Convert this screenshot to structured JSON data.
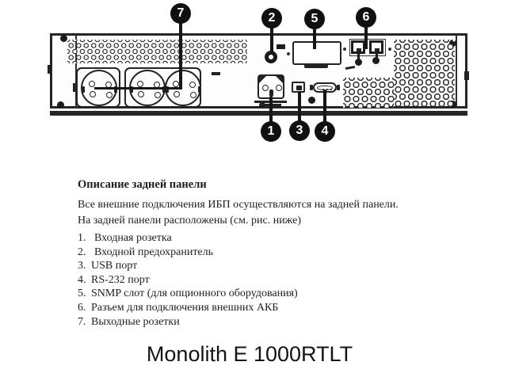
{
  "figure": {
    "callouts": {
      "n1": "1",
      "n2": "2",
      "n3": "3",
      "n4": "4",
      "n5": "5",
      "n6": "6",
      "n7": "7"
    }
  },
  "description": {
    "heading": "Описание задней панели",
    "intro_line1": "Все внешние подключения ИБП осуществляются на задней панели.",
    "intro_line2": "На задней панели расположены (см. рис. ниже)",
    "items": [
      {
        "num": "1.",
        "text": "Входная розетка"
      },
      {
        "num": "2.",
        "text": "Входной предохранитель"
      },
      {
        "num": "3.",
        "text": "USB порт"
      },
      {
        "num": "4.",
        "text": "RS-232 порт"
      },
      {
        "num": "5.",
        "text": "SNMP слот (для опционного оборудования)"
      },
      {
        "num": "6.",
        "text": "Разъем для подключения внешних АКБ"
      },
      {
        "num": "7.",
        "text": "Выходные розетки"
      }
    ]
  },
  "model_title": "Monolith E 1000RTLT",
  "colors": {
    "line": "#232323",
    "fill": "#1c1c1c",
    "callout_bg": "#101010",
    "callout_text": "#ffffff"
  }
}
